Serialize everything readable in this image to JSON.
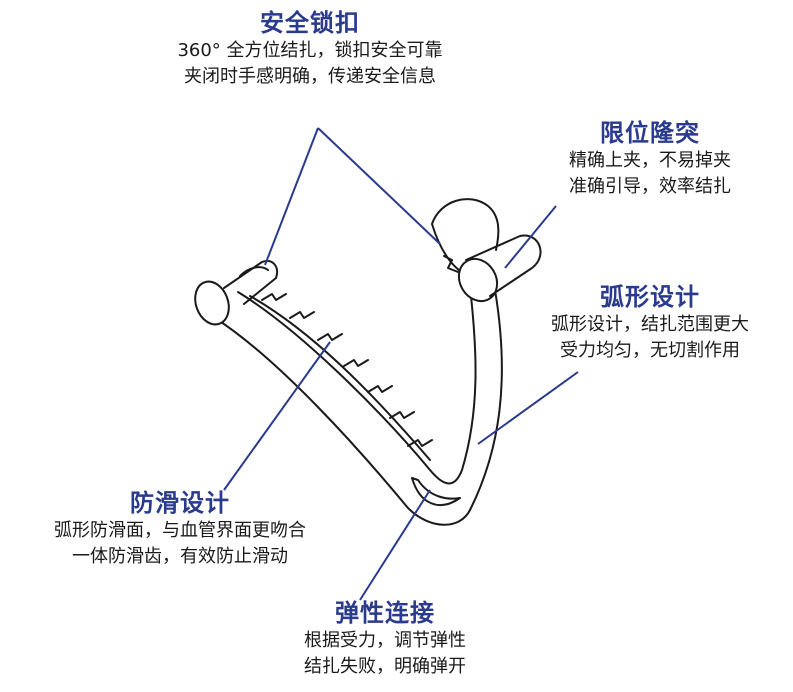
{
  "callouts": {
    "lock": {
      "title": "安全锁扣",
      "line1": "360°  全方位结扎，锁扣安全可靠",
      "line2": "夹闭时手感明确，传递安全信息"
    },
    "limit": {
      "title": "限位隆突",
      "line1": "精确上夹，不易掉夹",
      "line2": "准确引导，效率结扎"
    },
    "arc": {
      "title": "弧形设计",
      "line1": "弧形设计，结扎范围更大",
      "line2": "受力均匀，无切割作用"
    },
    "anti_slip": {
      "title": "防滑设计",
      "line1": "弧形防滑面，与血管界面更吻合",
      "line2": "一体防滑齿，有效防止滑动"
    },
    "elastic": {
      "title": "弹性连接",
      "line1": "根据受力，调节弹性",
      "line2": "结扎失败，明确弹开"
    }
  },
  "colors": {
    "title": "#2a3a8c",
    "leader": "#2a3a8c",
    "outline": "#1a1a1a"
  }
}
